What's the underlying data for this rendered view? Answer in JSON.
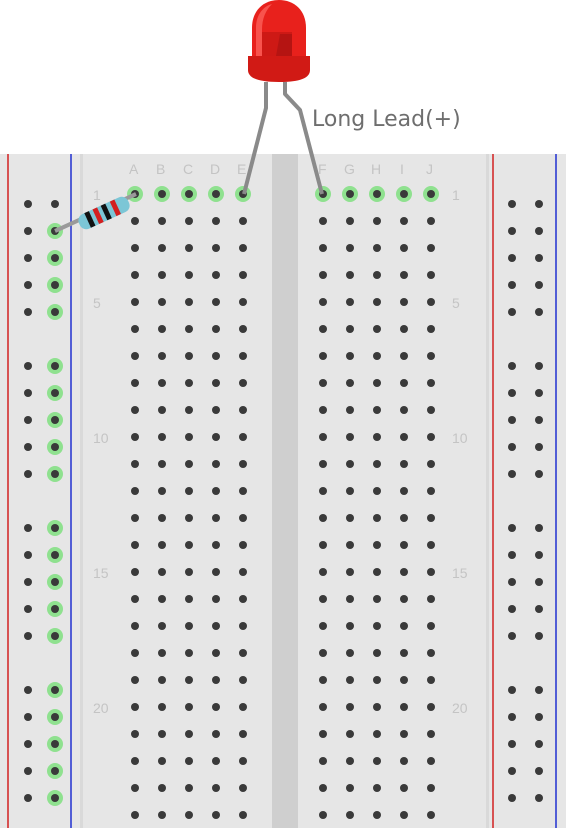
{
  "callout": {
    "text": "Long Lead(+)"
  },
  "breadboard": {
    "column_labels_left": [
      "A",
      "B",
      "C",
      "D",
      "E"
    ],
    "column_labels_right": [
      "F",
      "G",
      "H",
      "I",
      "J"
    ],
    "row_numbers": [
      "1",
      "5",
      "10",
      "15",
      "20"
    ],
    "rail_colors": {
      "negative": "#d22020",
      "positive": "#2030d0"
    },
    "board_color": "#e6e6e6",
    "highlight_color": "#7fdf7f"
  },
  "components": {
    "led": {
      "color": "#e8211c",
      "anode_hole": "F1",
      "cathode_hole": "E1"
    },
    "resistor": {
      "from_hole": "left-rail-2",
      "to_hole": "A1",
      "bands": [
        "black",
        "red",
        "black",
        "red"
      ]
    }
  }
}
